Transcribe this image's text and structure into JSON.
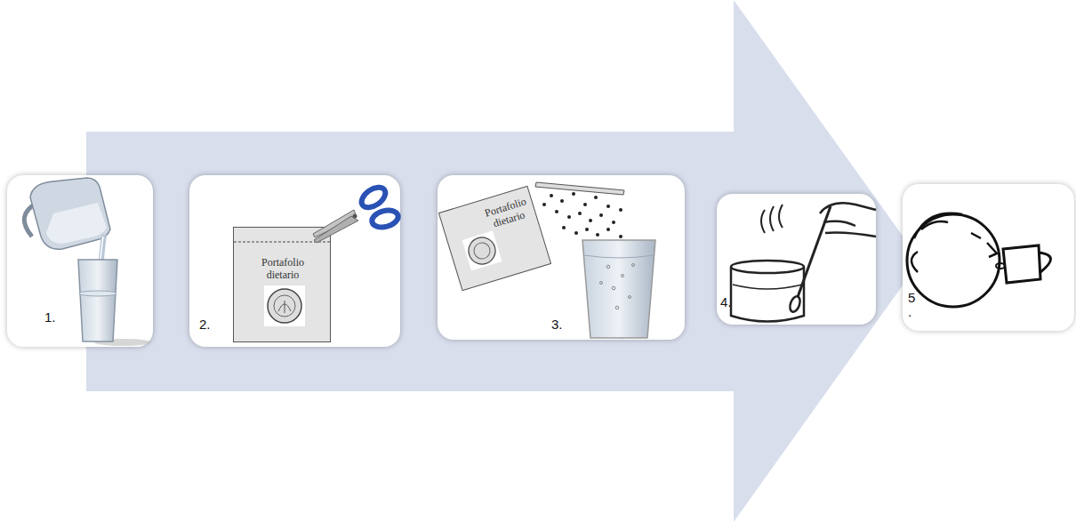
{
  "diagram": {
    "nodes": [
      {
        "text": [
          "1."
        ]
      },
      {
        "text": [
          "2."
        ]
      },
      {
        "text": [
          "Portafolio dietario"
        ],
        "in": 1
      },
      {
        "text": [
          "3."
        ]
      },
      {
        "text": [
          "Portafolio dietario"
        ],
        "in": 3
      },
      {
        "text": [
          "4."
        ]
      },
      {
        "text": [
          "5 ."
        ]
      }
    ]
  }
}
